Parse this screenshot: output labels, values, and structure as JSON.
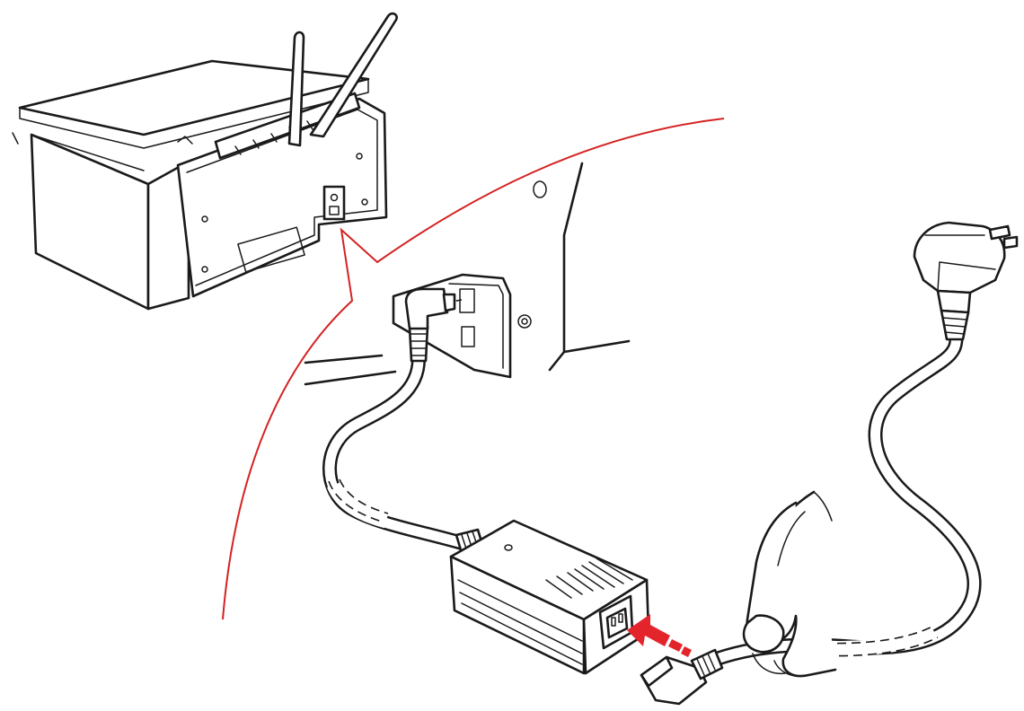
{
  "figure": {
    "colors": {
      "ink": "#1a1a1a",
      "background": "#ffffff",
      "callout": "#d42323",
      "arrow": "#e3242b"
    },
    "icons": [
      "printer-illustration",
      "power-adapter-illustration",
      "power-plug-illustration",
      "hand-illustration",
      "insert-arrow-icon"
    ]
  }
}
